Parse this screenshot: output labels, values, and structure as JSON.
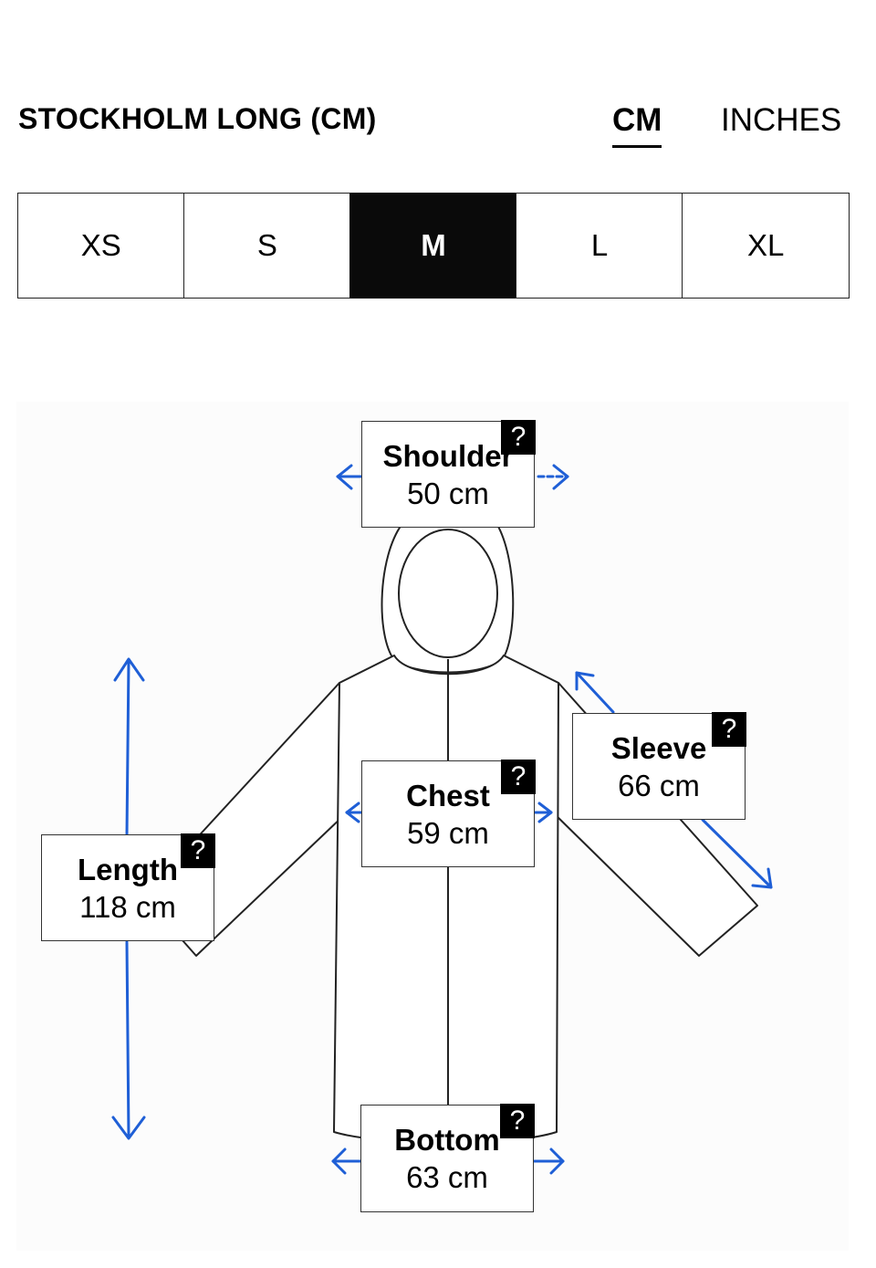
{
  "header": {
    "title": "STOCKHOLM LONG (CM)"
  },
  "units": {
    "cm": "CM",
    "inches": "INCHES",
    "active": "cm"
  },
  "sizes": [
    "XS",
    "S",
    "M",
    "L",
    "XL"
  ],
  "selected_size": "M",
  "measurements": {
    "shoulder": {
      "label": "Shoulder",
      "value": "50 cm",
      "help": "?"
    },
    "sleeve": {
      "label": "Sleeve",
      "value": "66 cm",
      "help": "?"
    },
    "chest": {
      "label": "Chest",
      "value": "59 cm",
      "help": "?"
    },
    "length": {
      "label": "Length",
      "value": "118 cm",
      "help": "?"
    },
    "bottom": {
      "label": "Bottom",
      "value": "63 cm",
      "help": "?"
    }
  },
  "colors": {
    "arrow": "#1f5fd6",
    "selected_bg": "#0a0a0a",
    "outline": "#222222"
  }
}
